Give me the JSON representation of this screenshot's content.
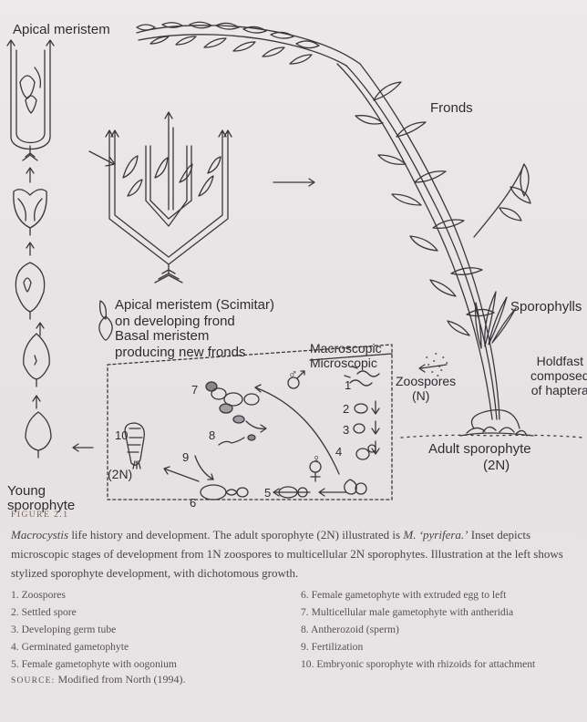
{
  "labels": {
    "apical_meristem": "Apical meristem",
    "fronds": "Fronds",
    "sporophylls": "Sporophylls",
    "holdfast": "Holdfast composed of haptera",
    "holdfast_lines": [
      "Holdfast",
      "composed",
      "of haptera"
    ],
    "zoospores": "Zoospores",
    "zoospores_n": "(N)",
    "adult": "Adult sporophyte",
    "adult_2n": "(2N)",
    "macroscopic": "Macroscopic",
    "microscopic": "Microscopic",
    "young": "Young",
    "sporophyte": "sporophyte",
    "two_n": "(2N)",
    "scimitar_1": "Apical meristem (Scimitar)",
    "scimitar_2": "on developing frond",
    "basal_1": "Basal meristem",
    "basal_2": "producing new fronds"
  },
  "stage_numbers": [
    "1",
    "2",
    "3",
    "4",
    "5",
    "6",
    "7",
    "8",
    "9",
    "10"
  ],
  "sex_symbols": {
    "male": "♂",
    "female": "♀"
  },
  "caption": {
    "figure_label": "FIGURE 2.1",
    "genus": "Macrocystis",
    "text_1": " life history and development. The adult sporophyte (2N) illustrated is ",
    "species": "M. ‘pyrifera.’",
    "text_2": " Inset depicts microscopic stages of development from 1N zoospores to multicellular 2N sporophytes. Illustration at the left shows stylized sporophyte development, with dichotomous growth.",
    "legend": [
      "1. Zoospores",
      "2. Settled spore",
      "3. Developing germ tube",
      "4. Germinated gametophyte",
      "5. Female gametophyte with oogonium",
      "6. Female gametophyte with extruded egg to left",
      "7. Multicellular male gametophyte with antheridia",
      "8. Antherozoid (sperm)",
      "9. Fertilization",
      "10. Embryonic sporophyte with rhizoids for attachment"
    ],
    "source_label": "SOURCE:",
    "source_text": " Modified from North (1994)."
  },
  "colors": {
    "background": "#e9e6e8",
    "ink": "#2f2c31",
    "caption_ink": "#4a4448",
    "figure_label": "#7a5f5a"
  }
}
